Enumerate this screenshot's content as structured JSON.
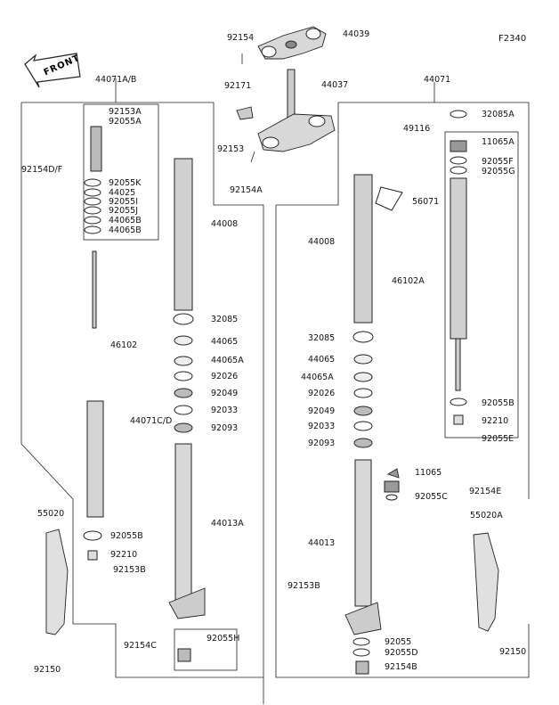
{
  "figure_code": "F2340",
  "front_label": "FRONT",
  "labels": {
    "l92154": "92154",
    "l44039": "44039",
    "l92171": "92171",
    "l44037": "44037",
    "l92153": "92153",
    "l92154A": "92154A",
    "l44071AB": "44071A/B",
    "l44071": "44071",
    "l92153A": "92153A",
    "l92055A": "92055A",
    "l92154DF": "92154D/F",
    "l92055K": "92055K",
    "l44025": "44025",
    "l92055I": "92055I",
    "l92055J": "92055J",
    "l44065B_1": "44065B",
    "l44065B_2": "44065B",
    "l44008_L": "44008",
    "l32085_L": "32085",
    "l44065_L": "44065",
    "l44065A_L": "44065A",
    "l92026_L": "92026",
    "l92049_L": "92049",
    "l92033_L": "92033",
    "l92093_L": "92093",
    "l46102": "46102",
    "l44071CD": "44071C/D",
    "l55020": "55020",
    "l92055B_L": "92055B",
    "l92210_L": "92210",
    "l92153B_L": "92153B",
    "l44013A": "44013A",
    "l92154C": "92154C",
    "l92055H": "92055H",
    "l92150_L": "92150",
    "l32085A": "32085A",
    "l49116": "49116",
    "l11065A": "11065A",
    "l92055F": "92055F",
    "l92055G": "92055G",
    "l56071": "56071",
    "l44008_R": "44008",
    "l46102A": "46102A",
    "l32085_R": "32085",
    "l44065_R": "44065",
    "l44065A_R": "44065A",
    "l92026_R": "92026",
    "l92049_R": "92049",
    "l92033_R": "92033",
    "l92093_R": "92093",
    "l92055B_R": "92055B",
    "l92210_R": "92210",
    "l92055E": "92055E",
    "l11065": "11065",
    "l92154E": "92154E",
    "l92055C": "92055C",
    "l55020A": "55020A",
    "l44013": "44013",
    "l92153B_R": "92153B",
    "l92055": "92055",
    "l92055D": "92055D",
    "l92154B": "92154B",
    "l92150_R": "92150"
  }
}
